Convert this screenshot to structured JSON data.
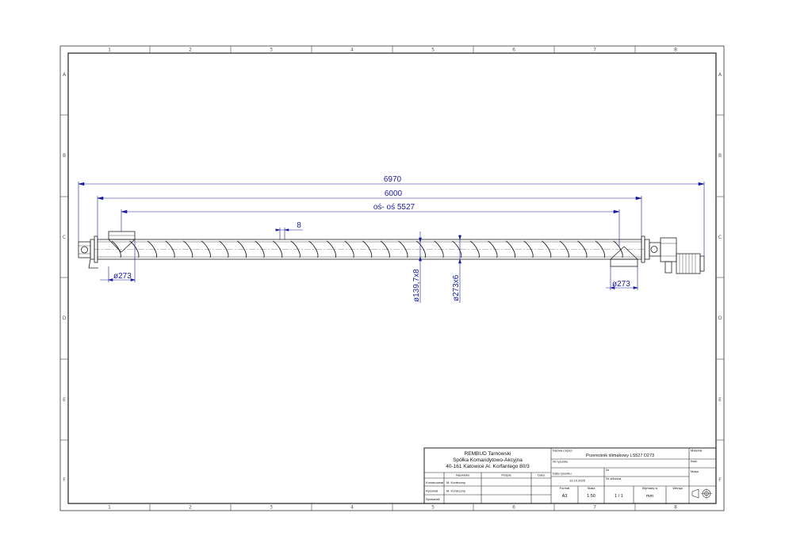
{
  "frame": {
    "zones_top": [
      "1",
      "2",
      "3",
      "4",
      "5",
      "6",
      "7",
      "8"
    ],
    "zones_bottom": [
      "1",
      "2",
      "3",
      "4",
      "5",
      "6",
      "7",
      "8"
    ],
    "zones_left": [
      "A",
      "B",
      "C",
      "D",
      "E",
      "F"
    ],
    "zones_right": [
      "A",
      "B",
      "C",
      "D",
      "E",
      "F"
    ]
  },
  "dimensions": {
    "overall": "6970",
    "casing": "6000",
    "axis": "oś- oś 5527",
    "pitch": "8",
    "inlet_dia": "ø273",
    "outlet_dia": "ø273",
    "shaft": "ø139,7x8",
    "tube": "ø273x6"
  },
  "title_block": {
    "company": {
      "line1": "REMBUD Tarnowski",
      "line2": "Spółka Komandytowo-Akcyjna",
      "line3": "40-161 Katowice Al. Korfantego 80/3"
    },
    "col_headers": {
      "name": "Nazwisko",
      "sign": "Podpis",
      "date": "Data"
    },
    "rows": [
      {
        "role": "Konstruował",
        "name": "M. Konieczny"
      },
      {
        "role": "Rysował",
        "name": "M. Konieczny"
      },
      {
        "role": "Sprawdził",
        "name": ""
      }
    ],
    "part_name_label": "Nazwa części",
    "part_name": "Przenośnik ślimakowy LS527 D273",
    "drawing_no_label": "Nr rysunku",
    "drawing_date_label": "Data rysunku",
    "drawing_date": "19.10.2025",
    "material_label": "Materiał",
    "qty_label": "Ilość",
    "mass_label": "Masa",
    "nr_label": "Nr",
    "sheet_label": "Nr arkusza",
    "format_label": "Format",
    "format": "A3",
    "scale_label": "Skala",
    "scale": "1:50",
    "sheet": "1 / 1",
    "units_label": "Wymiary w",
    "units": "mm",
    "version_label": "Wersja"
  },
  "colors": {
    "dimension": "#1a1aa0",
    "line": "#222222"
  }
}
